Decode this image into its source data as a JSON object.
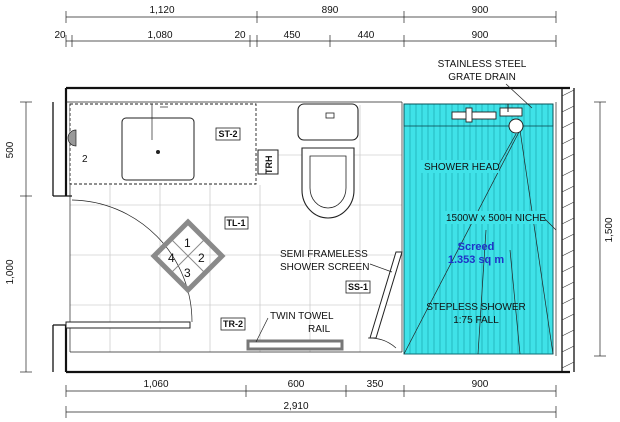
{
  "dimensions": {
    "top_row1": [
      "1,120",
      "890",
      "900"
    ],
    "top_row2": [
      "20",
      "1,080",
      "20",
      "450",
      "440",
      "900"
    ],
    "left_side": [
      "500",
      "1,000"
    ],
    "right_side": "1,500",
    "bottom_row1": [
      "1,060",
      "600",
      "350",
      "900"
    ],
    "bottom_total": "2,910"
  },
  "labels": {
    "grate_drain_line1": "STAINLESS STEEL",
    "grate_drain_line2": "GRATE DRAIN",
    "shower_head": "SHOWER HEAD",
    "niche": "1500W x 500H NICHE",
    "screed_title": "Screed",
    "screed_area": "1.353 sq m",
    "screen_line1": "SEMI FRAMELESS",
    "screen_line2": "SHOWER SCREEN",
    "towel_line1": "TWIN TOWEL",
    "towel_line2": "RAIL",
    "stepless_line1": "STEPLESS SHOWER",
    "stepless_line2": "1:75 FALL",
    "door_number": "2"
  },
  "tags": {
    "st2": "ST-2",
    "tl1": "TL-1",
    "tr2": "TR-2",
    "ss1": "SS-1",
    "trh": "TRH"
  },
  "tile_symbol": [
    "1",
    "2",
    "3",
    "4"
  ],
  "colors": {
    "screed_fill": "#3fe2e8",
    "screed_text": "#1f33c8",
    "tile_marker": "#8a8a8a"
  }
}
